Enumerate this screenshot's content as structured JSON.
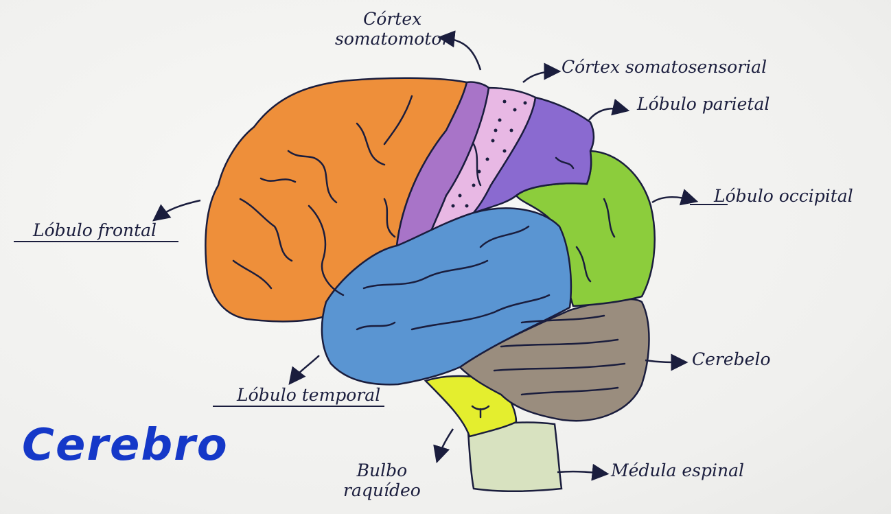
{
  "title": "Cerebro",
  "labels": {
    "cortex_motor_line1": "Córtex",
    "cortex_motor_line2": "somatomotor",
    "cortex_sensorial": "Córtex somatosensorial",
    "lobulo_parietal": "Lóbulo parietal",
    "lobulo_occipital": "Lóbulo occipital",
    "lobulo_frontal": "Lóbulo frontal",
    "cerebelo": "Cerebelo",
    "lobulo_temporal": "Lóbulo temporal",
    "bulbo_line1": "Bulbo",
    "bulbo_line2": "raquídeo",
    "medula": "Médula espinal"
  },
  "colors": {
    "ink": "#1a1d3d",
    "title": "#1538c8",
    "frontal": "#ee8f3a",
    "motor": "#a874c8",
    "sensorial": "#e8b8e4",
    "parietal": "#8a6ad0",
    "occipital": "#8ccd3c",
    "temporal": "#5a95d2",
    "cerebelo": "#9a8d7e",
    "bulbo": "#e4ee2e",
    "medula": "#d8e2c0"
  }
}
